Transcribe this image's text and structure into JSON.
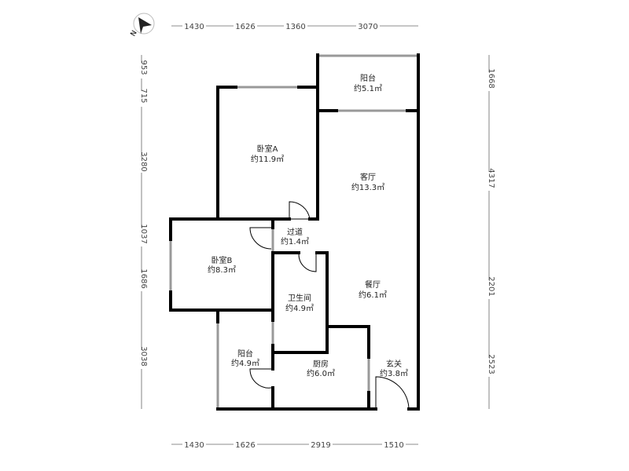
{
  "compass": {
    "label": "N"
  },
  "dimensions": {
    "top": [
      "1430",
      "1626",
      "1360",
      "3070"
    ],
    "bottom": [
      "1430",
      "1626",
      "2919",
      "1510"
    ],
    "left": [
      "953",
      "715",
      "3280",
      "1037",
      "1686",
      "3038"
    ],
    "right": [
      "1668",
      "4317",
      "2201",
      "2523"
    ]
  },
  "rooms": [
    {
      "name": "阳台",
      "area": "约5.1㎡"
    },
    {
      "name": "卧室A",
      "area": "约11.9㎡"
    },
    {
      "name": "客厅",
      "area": "约13.3㎡"
    },
    {
      "name": "过道",
      "area": "约1.4㎡"
    },
    {
      "name": "卧室B",
      "area": "约8.3㎡"
    },
    {
      "name": "餐厅",
      "area": "约6.1㎡"
    },
    {
      "name": "卫生间",
      "area": "约4.9㎡"
    },
    {
      "name": "阳台",
      "area": "约4.9㎡"
    },
    {
      "name": "厨房",
      "area": "约6.0㎡"
    },
    {
      "name": "玄关",
      "area": "约3.8㎡"
    }
  ]
}
